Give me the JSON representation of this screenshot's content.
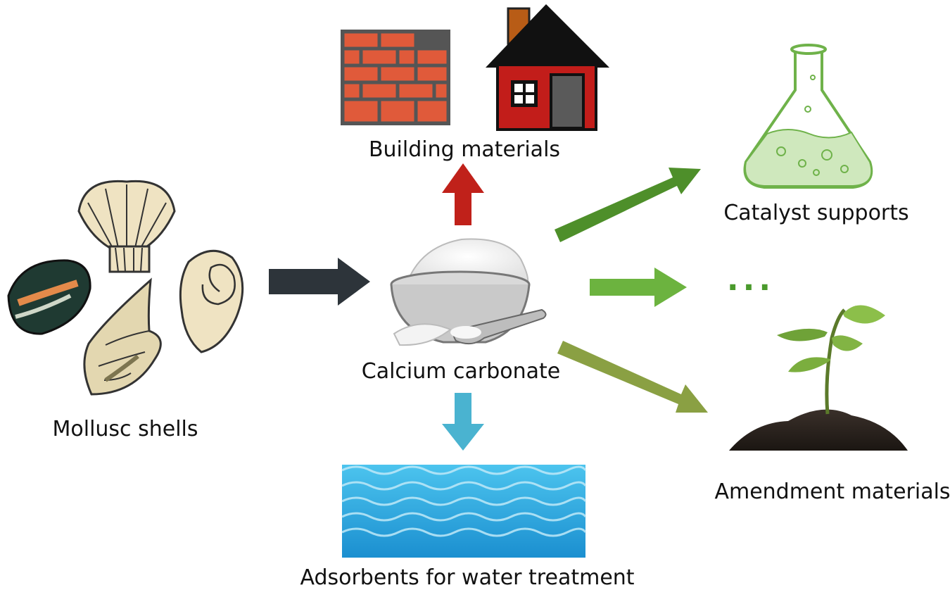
{
  "labels": {
    "building": "Building materials",
    "calcium": "Calcium carbonate",
    "mollusc": "Mollusc shells",
    "catalyst": "Catalyst supports",
    "amendment": "Amendment materials",
    "adsorbents": "Adsorbents for water treatment",
    "ellipsis": "..."
  },
  "colors": {
    "arrow_shells": "#2d343a",
    "arrow_building": "#c0211a",
    "arrow_catalyst": "#4e8f2a",
    "arrow_ellipsis": "#6cb33f",
    "arrow_amendment": "#8aa043",
    "arrow_water": "#4ab3d0",
    "brick": "#e05a3a",
    "house": "#c21d1a",
    "water": "#2a9fd8",
    "flask": "#8bc56b"
  }
}
